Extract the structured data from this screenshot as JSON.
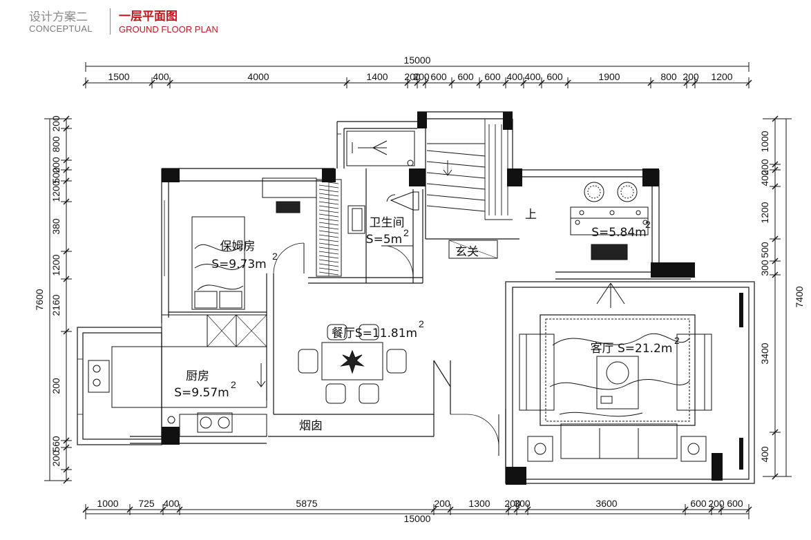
{
  "header": {
    "cn": "设计方案二",
    "en": "CONCEPTUAL",
    "title": "一层平面图",
    "subtitle": "GROUND FLOOR PLAN"
  },
  "dims": {
    "top_total": "15000",
    "top": [
      "1500",
      "400",
      "4000",
      "1400",
      "200",
      "200",
      "600",
      "600",
      "600",
      "400",
      "400",
      "600",
      "1900",
      "800",
      "200",
      "1200"
    ],
    "bottom_total": "15000",
    "bottom": [
      "1000",
      "725",
      "400",
      "5875",
      "200",
      "1300",
      "200",
      "300",
      "3600",
      "600",
      "200",
      "600"
    ],
    "left_total": "7600",
    "left": [
      "200",
      "800",
      "200",
      "500",
      "1200",
      "380",
      "1200",
      "2160",
      "200",
      "560",
      "200"
    ],
    "right_total": "7400",
    "right": [
      "1000",
      "200",
      "400",
      "1200",
      "500",
      "300",
      "3400",
      "400"
    ]
  },
  "rooms": {
    "maid_name": "保姆房",
    "maid_area": "S=9.73m",
    "bath_name": "卫生间",
    "bath_area": "S=5m",
    "dining": "餐厅S=11.81m",
    "kitchen_name": "厨房",
    "kitchen_area": "S=9.57m",
    "living": "客厅 S=21.2m",
    "study_area": "S=5.84m",
    "entry": "玄关",
    "stair_up": "上",
    "flue": "烟囱",
    "sup": "2"
  },
  "colors": {
    "accent": "#c4161c",
    "wall": "#111111"
  }
}
